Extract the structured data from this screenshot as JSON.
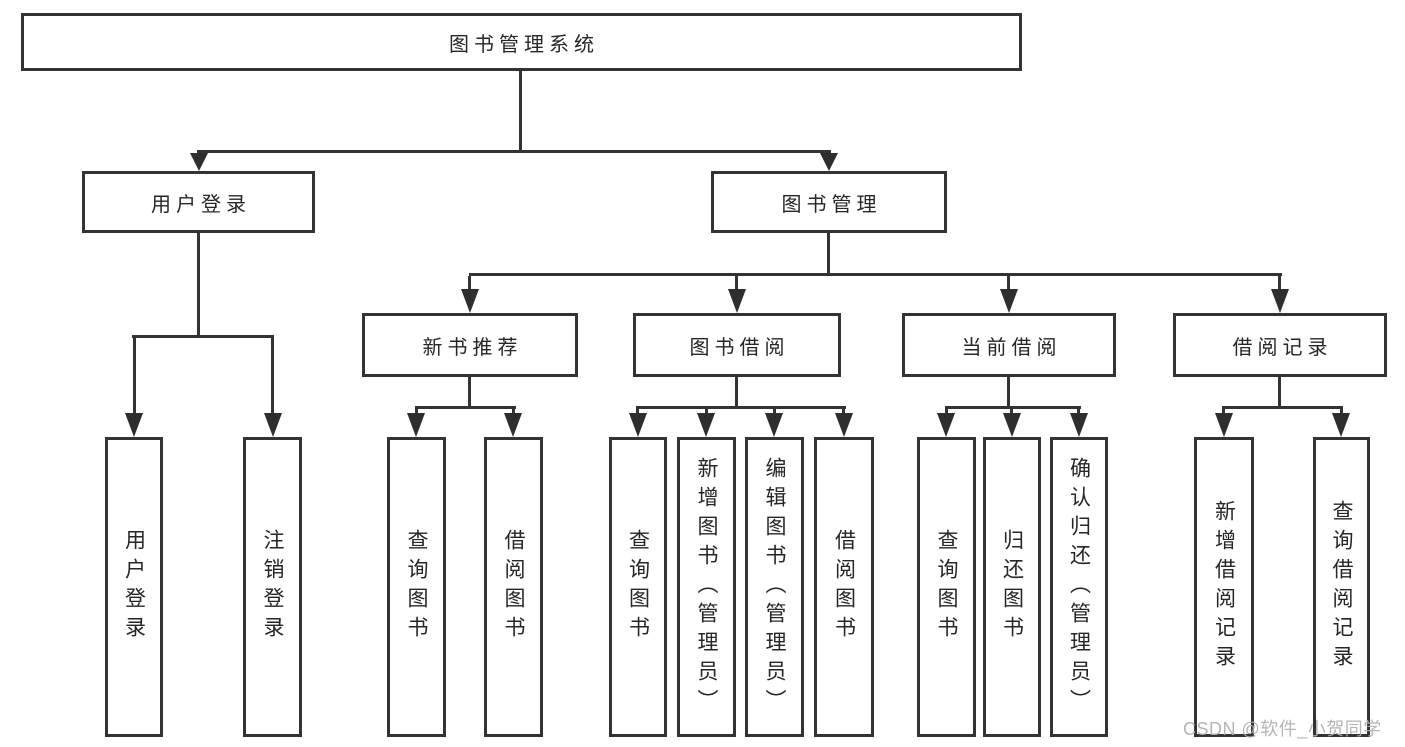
{
  "tree": {
    "label": "图书管理系统",
    "children": [
      {
        "label": "用户登录",
        "children": [
          {
            "label": "用户登录"
          },
          {
            "label": "注销登录"
          }
        ]
      },
      {
        "label": "图书管理",
        "children": [
          {
            "label": "新书推荐",
            "children": [
              {
                "label": "查询图书"
              },
              {
                "label": "借阅图书"
              }
            ]
          },
          {
            "label": "图书借阅",
            "children": [
              {
                "label": "查询图书"
              },
              {
                "label": "新增图书（管理员）"
              },
              {
                "label": "编辑图书（管理员）"
              },
              {
                "label": "借阅图书"
              }
            ]
          },
          {
            "label": "当前借阅",
            "children": [
              {
                "label": "查询图书"
              },
              {
                "label": "归还图书"
              },
              {
                "label": "确认归还（管理员）"
              }
            ]
          },
          {
            "label": "借阅记录",
            "children": [
              {
                "label": "新增借阅记录"
              },
              {
                "label": "查询借阅记录"
              }
            ]
          }
        ]
      }
    ]
  },
  "watermark": "CSDN @软件_小贺同学",
  "colors": {
    "line": "#333333",
    "text": "#262626",
    "background": "#ffffff",
    "watermark": "#afafaf"
  }
}
